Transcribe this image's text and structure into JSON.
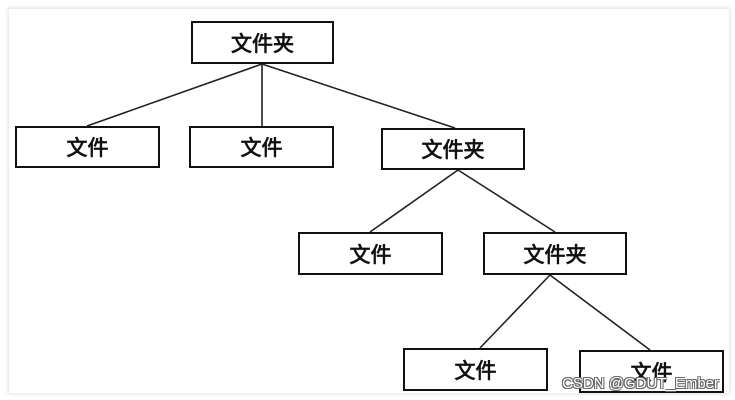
{
  "diagram": {
    "nodes": [
      {
        "id": "root",
        "label": "文件夹"
      },
      {
        "id": "file-1",
        "label": "文件"
      },
      {
        "id": "file-2",
        "label": "文件"
      },
      {
        "id": "folder-2",
        "label": "文件夹"
      },
      {
        "id": "file-3",
        "label": "文件"
      },
      {
        "id": "folder-3",
        "label": "文件夹"
      },
      {
        "id": "file-4",
        "label": "文件"
      },
      {
        "id": "file-5",
        "label": "文件"
      }
    ],
    "edges": [
      [
        "root",
        "file-1"
      ],
      [
        "root",
        "file-2"
      ],
      [
        "root",
        "folder-2"
      ],
      [
        "folder-2",
        "file-3"
      ],
      [
        "folder-2",
        "folder-3"
      ],
      [
        "folder-3",
        "file-4"
      ],
      [
        "folder-3",
        "file-5"
      ]
    ]
  },
  "watermark": "CSDN @GDUT_Ember"
}
